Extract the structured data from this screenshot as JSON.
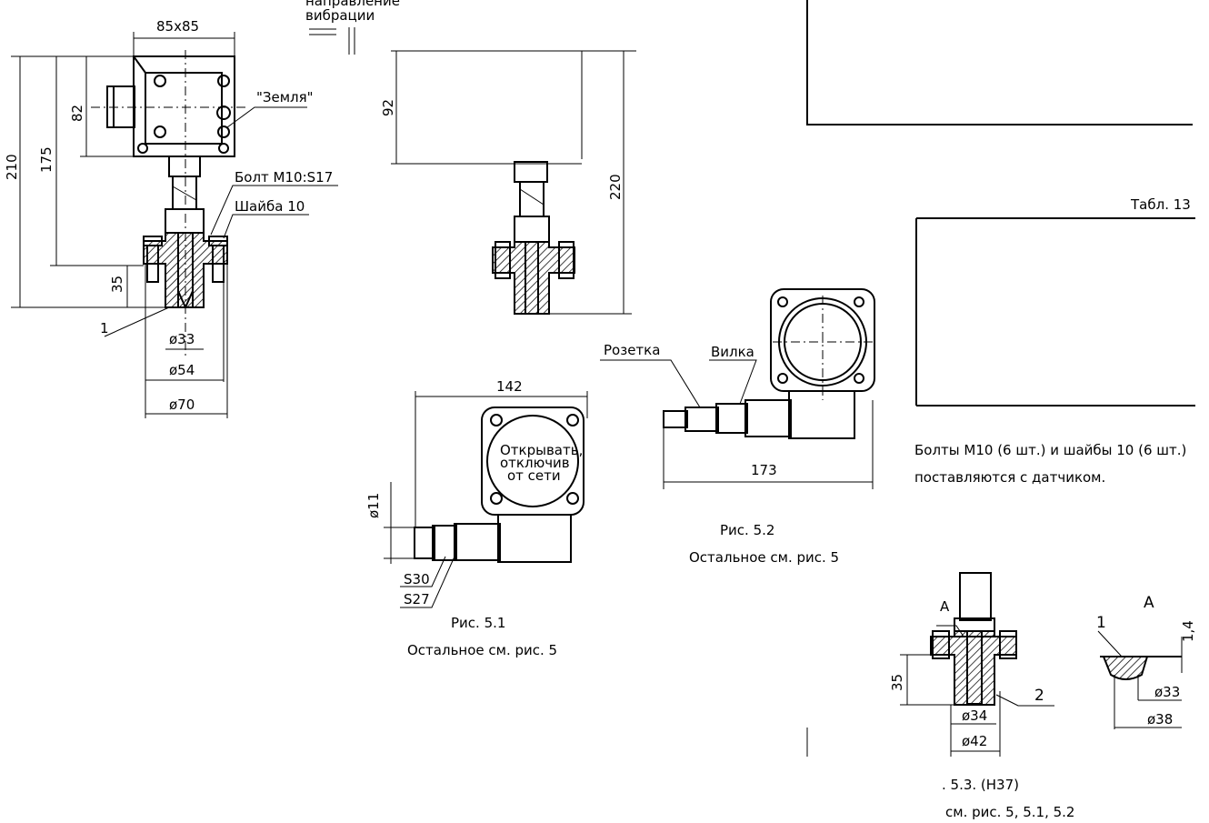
{
  "labels": {
    "dim_85x85": "85x85",
    "vibration_dir_1": "направление",
    "vibration_dir_2": "вибрации",
    "zemlya": "\"Земля\"",
    "bolt": "Болт М10:S17",
    "shaiba": "Шайба 10",
    "dim_82": "82",
    "dim_175": "175",
    "dim_210": "210",
    "dim_35_left": "35",
    "ref_1_left": "1",
    "dim_d33_left": "ø33",
    "dim_d54": "ø54",
    "dim_d70": "ø70",
    "dim_92": "92",
    "dim_220": "220",
    "tabl": "Табл. 13",
    "note_1": "Болты М10 (6 шт.) и шайбы 10 (6 шт.)",
    "note_2": "поставляются с датчиком.",
    "rozetka": "Розетка",
    "vilka": "Вилка",
    "dim_173": "173",
    "ris_52": "Рис. 5.2",
    "ostalnoe_52": "Остальное см. рис. 5",
    "dim_142": "142",
    "cover_1": "Открывать,",
    "cover_2": "отключив",
    "cover_3": "от сети",
    "dim_d11": "ø11",
    "s30": "S30",
    "s27": "S27",
    "ris_51": "Рис. 5.1",
    "ostalnoe_51": "Остальное см. рис. 5",
    "view_a_small": "А",
    "view_a_big": "А",
    "dim_35_right": "35",
    "ref_2": "2",
    "dim_d34": "ø34",
    "dim_d42": "ø42",
    "ris_53": ". 5.3. (Н37)",
    "ostalnoe_53": "см. рис. 5, 5.1, 5.2",
    "ref_1_right": "1",
    "dim_14": "1,4",
    "dim_d33_right": "ø33",
    "dim_d38": "ø38"
  }
}
